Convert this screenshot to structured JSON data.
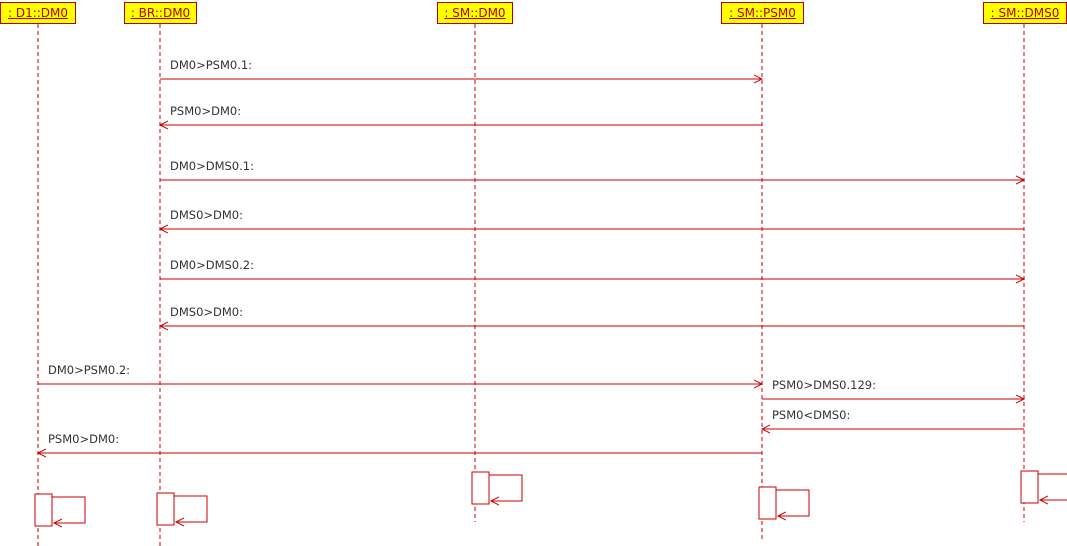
{
  "colors": {
    "line": "#cc0000",
    "head_fill": "#ffff00",
    "head_text": "#b30000",
    "label": "#333333"
  },
  "lifelines": [
    {
      "id": "d1",
      "name": ": D1::DM0"
    },
    {
      "id": "br",
      "name": ": BR::DM0"
    },
    {
      "id": "smdm",
      "name": ": SM::DM0"
    },
    {
      "id": "smpsm",
      "name": ": SM::PSM0"
    },
    {
      "id": "smdms",
      "name": ": SM::DMS0"
    }
  ],
  "messages": [
    {
      "from": "br",
      "to": "smpsm",
      "label": "DM0>PSM0.1:"
    },
    {
      "from": "smpsm",
      "to": "br",
      "label": "PSM0>DM0:"
    },
    {
      "from": "br",
      "to": "smdms",
      "label": "DM0>DMS0.1:"
    },
    {
      "from": "smdms",
      "to": "br",
      "label": "DMS0>DM0:"
    },
    {
      "from": "br",
      "to": "smdms",
      "label": "DM0>DMS0.2:"
    },
    {
      "from": "smdms",
      "to": "br",
      "label": "DMS0>DM0:"
    },
    {
      "from": "d1",
      "to": "smpsm",
      "label": "DM0>PSM0.2:"
    },
    {
      "from": "smpsm",
      "to": "smdms",
      "label": "PSM0>DMS0.129:"
    },
    {
      "from": "smdms",
      "to": "smpsm",
      "label": "PSM0<DMS0:"
    },
    {
      "from": "smpsm",
      "to": "d1",
      "label": "PSM0>DM0:"
    }
  ],
  "self_calls": [
    {
      "lifeline": "d1"
    },
    {
      "lifeline": "br"
    },
    {
      "lifeline": "smdm"
    },
    {
      "lifeline": "smpsm"
    },
    {
      "lifeline": "smdms"
    }
  ]
}
